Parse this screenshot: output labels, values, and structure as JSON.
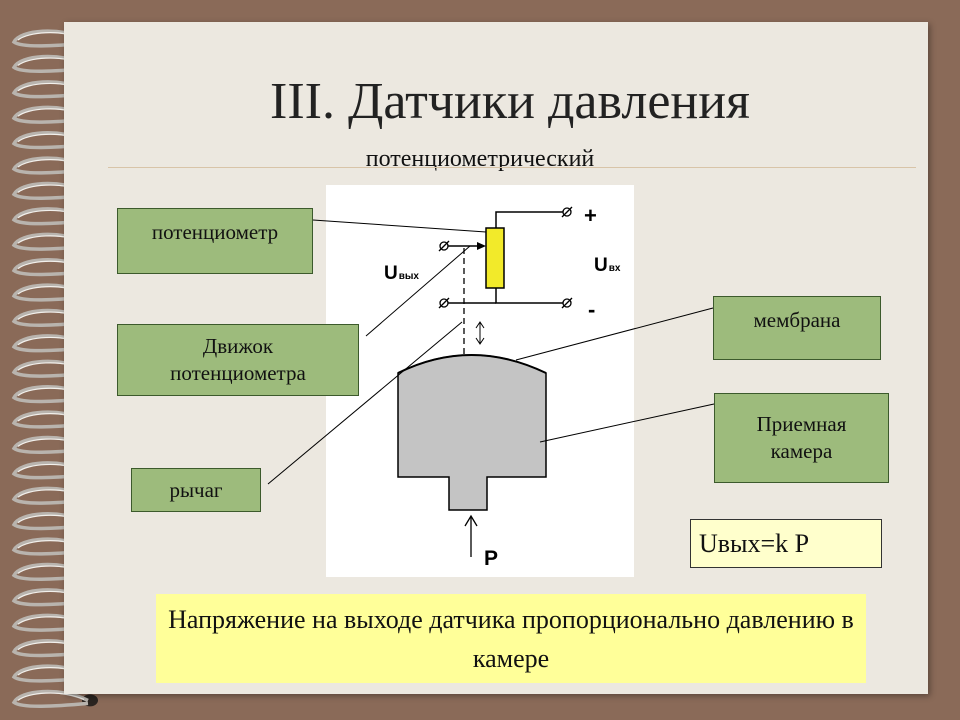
{
  "title": "III. Датчики давления",
  "subtitle": "потенциометрический",
  "labels": {
    "potentiometer": "потенциометр",
    "slider_line1": "Движок",
    "slider_line2": "потенциометра",
    "lever": "рычаг",
    "membrane": "мембрана",
    "chamber_line1": "Приемная",
    "chamber_line2": "камера"
  },
  "schematic": {
    "plus": "+",
    "minus": "-",
    "u_out_main": "U",
    "u_out_sub": "вых",
    "u_in_main": "U",
    "u_in_sub": "вх",
    "pressure": "P"
  },
  "formula": "Uвых=k P",
  "note": "Напряжение на выходе датчика пропорционально давлению в камере",
  "colors": {
    "background": "#8a6a58",
    "paper": "#ece8e0",
    "label_box": "#9dbb7c",
    "resistor": "#f2ea2a",
    "chamber": "#c4c4c4",
    "note_bg": "#ffff99",
    "formula_bg": "#ffffcc"
  }
}
